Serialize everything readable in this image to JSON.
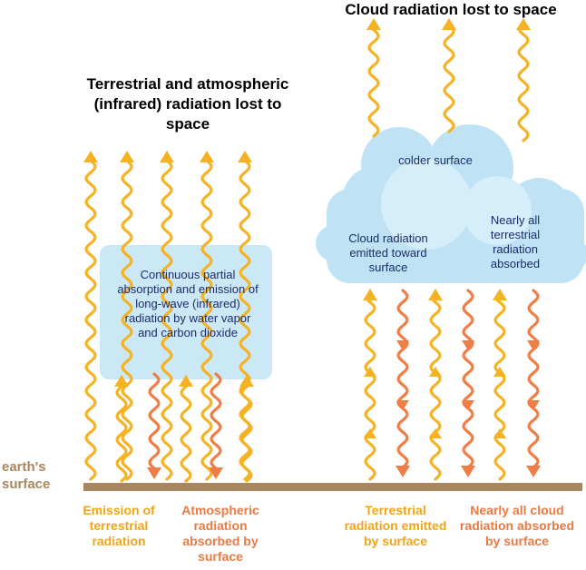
{
  "headings": {
    "cloud_lost": "Cloud radiation lost to space",
    "terrestrial_lost": "Terrestrial and atmospheric (infrared) radiation lost to space"
  },
  "atmosphere_box": {
    "text": "Continuous partial absorption and emission of long-wave (infrared) radiation by water vapor and carbon dioxide"
  },
  "cloud": {
    "top_label": "colder surface",
    "left_label": "Cloud radiation emitted toward surface",
    "right_label": "Nearly all terrestrial radiation absorbed"
  },
  "ground_label": "earth's surface",
  "captions": {
    "emission": "Emission of terrestrial radiation",
    "atmospheric_absorbed": "Atmospheric radiation absorbed by surface",
    "terrestrial_emitted": "Terrestrial radiation emitted by surface",
    "cloud_absorbed": "Nearly all cloud radiation absorbed by surface"
  },
  "colors": {
    "terrestrial_arrow": "#f5b324",
    "atmospheric_arrow": "#ee7e45",
    "box_fill": "#cbe8f6",
    "cloud_fill": "#bfe3f5",
    "ground": "#a8865f",
    "yellow_caption": "#f0a516",
    "orange_caption": "#ea7a43"
  }
}
